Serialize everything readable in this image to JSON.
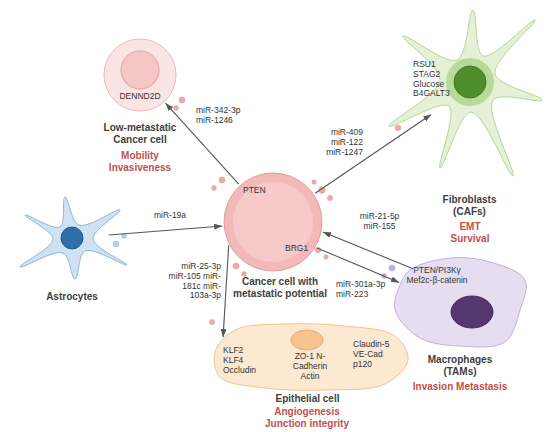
{
  "diagram": {
    "nodes": [
      {
        "text": [
          "DENND2D",
          "Low-metastatic Cancer cell",
          "Mobility Invasiveness"
        ]
      },
      {
        "text": [
          "RSU1 STAG2 Glucose B4GALT3",
          "Fibroblasts (CAFs)",
          "EMT Survival"
        ]
      },
      {
        "text": [
          "Astrocytes"
        ]
      },
      {
        "text": [
          "PTEN",
          "BRG1",
          "Cancer cell with metastatic potential"
        ]
      },
      {
        "text": [
          "PTEN/PI3Kγ Mef2c-β-catenin",
          "Macrophages (TAMs)",
          "Invasion Metastasis"
        ]
      },
      {
        "text": [
          "KLF2 KLF4 Occludin",
          "ZO-1 N-Cadherin Actin",
          "Claudin-5 VE-Cad p120",
          "Epithelial cell",
          "Angiogenesis Junction integrity"
        ]
      }
    ],
    "edges": [
      {
        "from": 3,
        "to": 0,
        "label": "miR-342-3p miR-1246",
        "arrow": "to"
      },
      {
        "from": 3,
        "to": 1,
        "label": "miR-409 miR-122 miR-1247",
        "arrow": "to"
      },
      {
        "from": 2,
        "to": 3,
        "label": "miR-19a",
        "arrow": "to"
      },
      {
        "from": 3,
        "to": 5,
        "label": "miR-25-3p miR-105 miR-181c miR-103a-3p",
        "arrow": "to"
      },
      {
        "from": 4,
        "to": 3,
        "label": "miR-21-5p miR-155",
        "arrow": "to"
      },
      {
        "from": 3,
        "to": 4,
        "label": "miR-301a-3p miR-223",
        "arrow": "to"
      }
    ]
  }
}
